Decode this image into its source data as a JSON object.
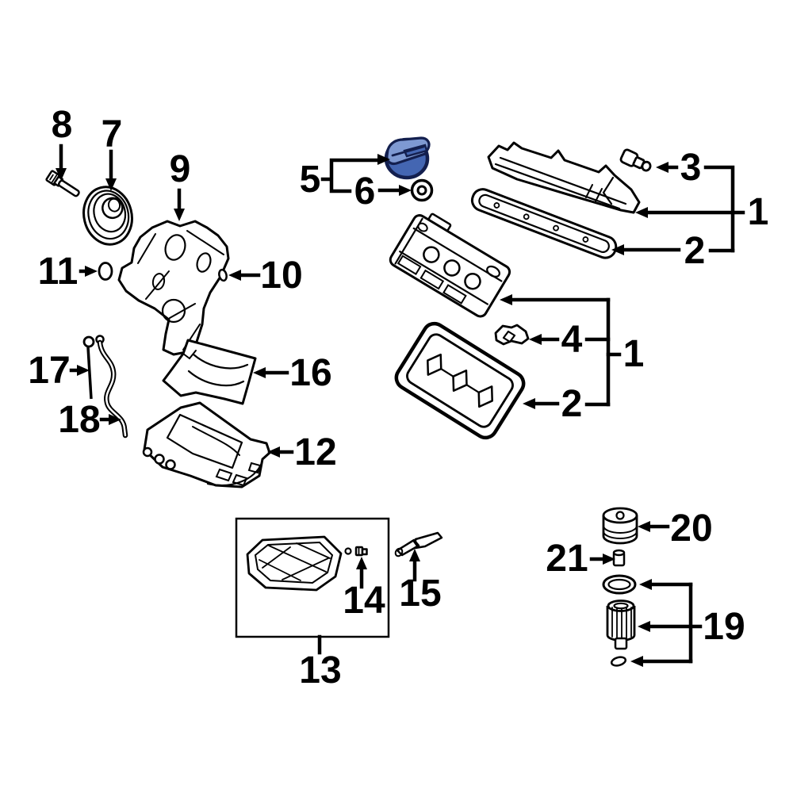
{
  "diagram": {
    "kind": "exploded-engine-parts-diagram",
    "background": "#ffffff",
    "line_color": "#000000",
    "highlight": {
      "selected_part": "5",
      "fill": "#4466b2",
      "fill_light": "#7e99d2",
      "outline": "#131f4e"
    },
    "callouts": {
      "n1a": "1",
      "n2a": "2",
      "n3": "3",
      "n4": "4",
      "n1b": "1",
      "n2b": "2",
      "n5": "5",
      "n6": "6",
      "n7": "7",
      "n8": "8",
      "n9": "9",
      "n10": "10",
      "n11": "11",
      "n12": "12",
      "n13": "13",
      "n14": "14",
      "n15": "15",
      "n16": "16",
      "n17": "17",
      "n18": "18",
      "n19": "19",
      "n20": "20",
      "n21": "21"
    }
  }
}
